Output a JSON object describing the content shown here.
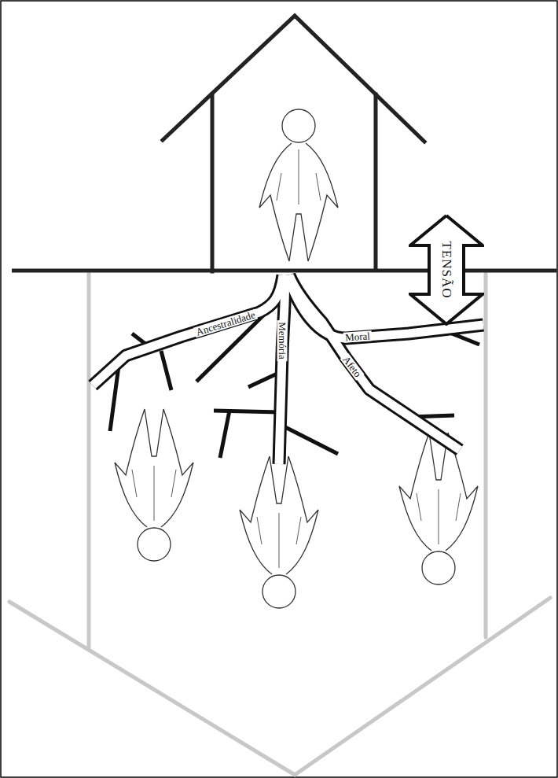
{
  "diagram": {
    "nodes": [
      {
        "text": [
          "TENSÃO"
        ]
      }
    ],
    "labels": [
      "Ancestralidade",
      "Memória",
      "Moral",
      "Afeto"
    ]
  }
}
